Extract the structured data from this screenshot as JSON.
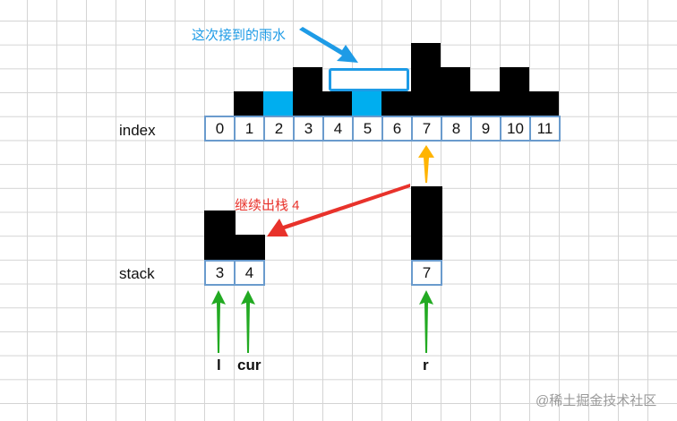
{
  "title": "Trapping rain water - monotonic stack step",
  "colors": {
    "bar": "#000000",
    "water": "#00aeef",
    "cell_border": "#6a9bcd",
    "blue_note": "#1e9be6",
    "red_note": "#e8322b",
    "orange_arrow": "#ffb400",
    "green_arrow": "#22aa22",
    "grid": "#d4d4d4"
  },
  "index_row": {
    "label": "index",
    "values": [
      "0",
      "1",
      "2",
      "3",
      "4",
      "5",
      "6",
      "7",
      "8",
      "9",
      "10",
      "11"
    ],
    "heights": [
      0,
      1,
      0,
      2,
      1,
      0,
      1,
      3,
      2,
      1,
      2,
      1
    ],
    "water_cells": [
      2,
      5
    ]
  },
  "stack_row": {
    "label": "stack",
    "left_values": [
      "3",
      "4"
    ],
    "left_heights": [
      2,
      1
    ],
    "right_value": "7",
    "right_height": 3
  },
  "annotations": {
    "rain_note": "这次接到的雨水",
    "pop_note": "继续出栈 4"
  },
  "pointers": {
    "l": "l",
    "cur": "cur",
    "r": "r"
  },
  "watermark": "@稀土掘金技术社区"
}
